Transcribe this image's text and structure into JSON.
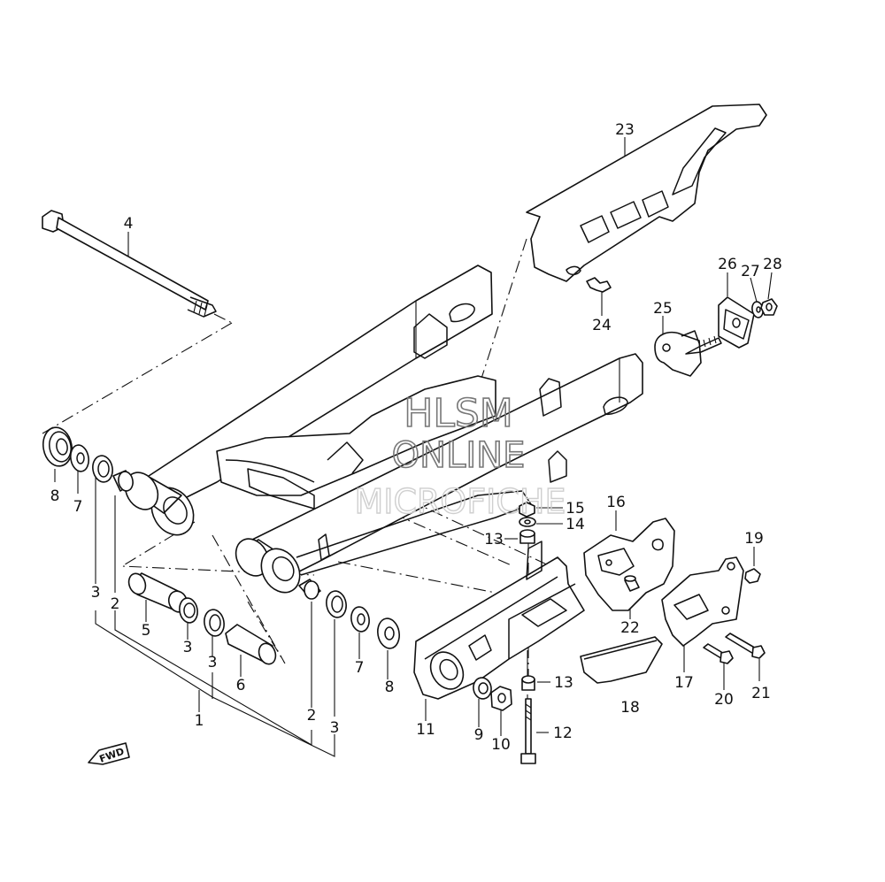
{
  "watermark": {
    "line1": "HLSM",
    "line2": "ONLINE",
    "line3": "MICROFICHE"
  },
  "direction_badge": "FWD",
  "callouts": [
    {
      "id": "c1",
      "text": "1"
    },
    {
      "id": "c2a",
      "text": "2"
    },
    {
      "id": "c2b",
      "text": "2"
    },
    {
      "id": "c3a",
      "text": "3"
    },
    {
      "id": "c3b",
      "text": "3"
    },
    {
      "id": "c3c",
      "text": "3"
    },
    {
      "id": "c3d",
      "text": "3"
    },
    {
      "id": "c4",
      "text": "4"
    },
    {
      "id": "c5",
      "text": "5"
    },
    {
      "id": "c6",
      "text": "6"
    },
    {
      "id": "c7a",
      "text": "7"
    },
    {
      "id": "c7b",
      "text": "7"
    },
    {
      "id": "c8a",
      "text": "8"
    },
    {
      "id": "c8b",
      "text": "8"
    },
    {
      "id": "c9",
      "text": "9"
    },
    {
      "id": "c10",
      "text": "10"
    },
    {
      "id": "c11",
      "text": "11"
    },
    {
      "id": "c12",
      "text": "12"
    },
    {
      "id": "c13a",
      "text": "13"
    },
    {
      "id": "c13b",
      "text": "13"
    },
    {
      "id": "c14",
      "text": "14"
    },
    {
      "id": "c15",
      "text": "15"
    },
    {
      "id": "c16",
      "text": "16"
    },
    {
      "id": "c17",
      "text": "17"
    },
    {
      "id": "c18",
      "text": "18"
    },
    {
      "id": "c19",
      "text": "19"
    },
    {
      "id": "c20",
      "text": "20"
    },
    {
      "id": "c21",
      "text": "21"
    },
    {
      "id": "c22",
      "text": "22"
    },
    {
      "id": "c23",
      "text": "23"
    },
    {
      "id": "c24",
      "text": "24"
    },
    {
      "id": "c25",
      "text": "25"
    },
    {
      "id": "c26",
      "text": "26"
    },
    {
      "id": "c27",
      "text": "27"
    },
    {
      "id": "c28",
      "text": "28"
    }
  ]
}
